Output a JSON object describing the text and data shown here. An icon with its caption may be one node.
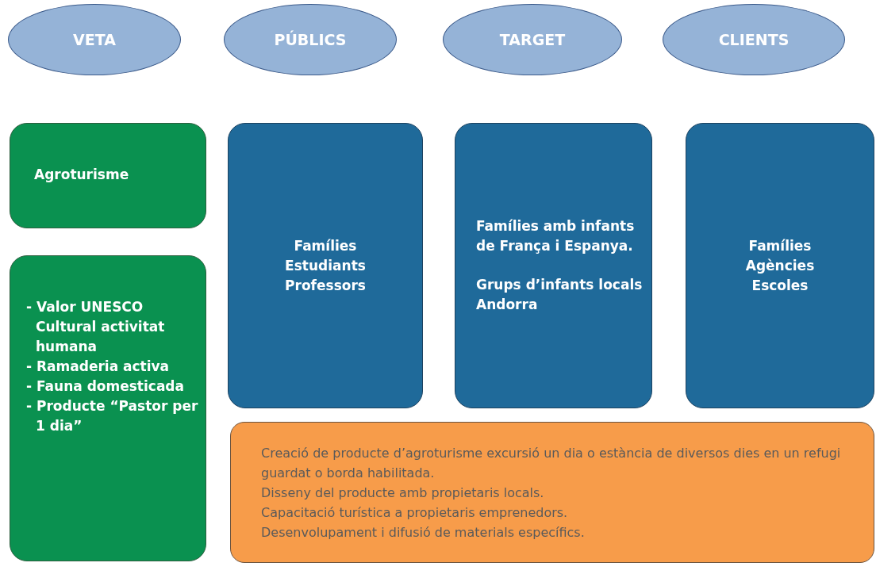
{
  "diagram": {
    "nodes": [
      {
        "text": [
          "VETA"
        ]
      },
      {
        "text": [
          "PÚBLICS"
        ]
      },
      {
        "text": [
          "TARGET"
        ]
      },
      {
        "text": [
          "CLIENTS"
        ]
      },
      {
        "text": [
          "Agroturisme"
        ]
      },
      {
        "text": [
          "- Valor UNESCO Cultural activitat humana",
          "- Ramaderia activa",
          "- Fauna domesticada",
          "- Producte “Pastor per 1 dia”"
        ]
      },
      {
        "text": [
          "Famílies",
          "Estudiants",
          "Professors"
        ]
      },
      {
        "text": [
          "Famílies amb infants de França i Espanya.",
          "Grups d’infants locals Andorra"
        ]
      },
      {
        "text": [
          "Famílies",
          "Agències",
          "Escoles"
        ]
      },
      {
        "text": [
          "Creació de producte d’agroturisme excursió un dia o estància de diversos dies en un refugi guardat o borda habilitada.",
          "Disseny del producte amb propietaris locals.",
          "Capacitació turística a propietaris emprenedors.",
          "Desenvolupament i difusió de materials específics."
        ]
      }
    ],
    "edges": []
  }
}
